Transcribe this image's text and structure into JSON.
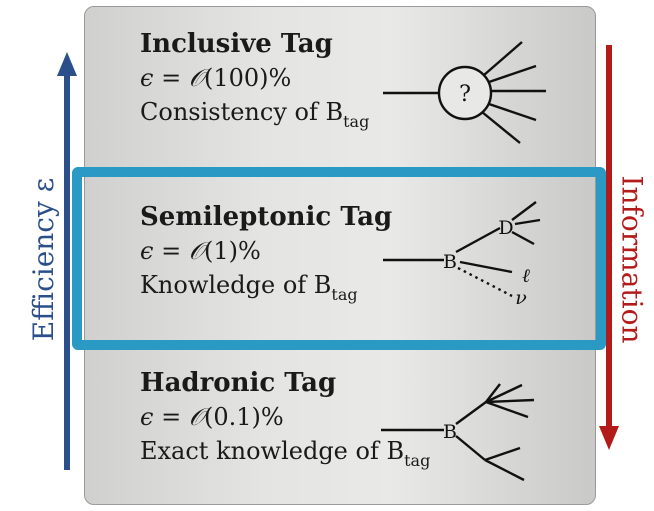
{
  "sections": [
    {
      "title": "Inclusive Tag",
      "eff_value": "(100)%",
      "info_text": "Consistency of B",
      "info_sub": "tag"
    },
    {
      "title": "Semileptonic Tag",
      "eff_value": "(1)%",
      "info_text": "Knowledge of B",
      "info_sub": "tag"
    },
    {
      "title": "Hadronic Tag",
      "eff_value": "(0.1)%",
      "info_text": "Exact knowledge of B",
      "info_sub": "tag"
    }
  ],
  "side_labels": {
    "left": "Efficiency ε",
    "right": "Information"
  },
  "diagram_labels": {
    "unknown": "?",
    "b_meson": "B",
    "d_meson": "D",
    "lepton": "ℓ",
    "neutrino": "ν"
  },
  "colors": {
    "efficiency_arrow": "#2a4f8a",
    "information_arrow": "#b31b1b",
    "highlight": "#2a9ac4"
  }
}
